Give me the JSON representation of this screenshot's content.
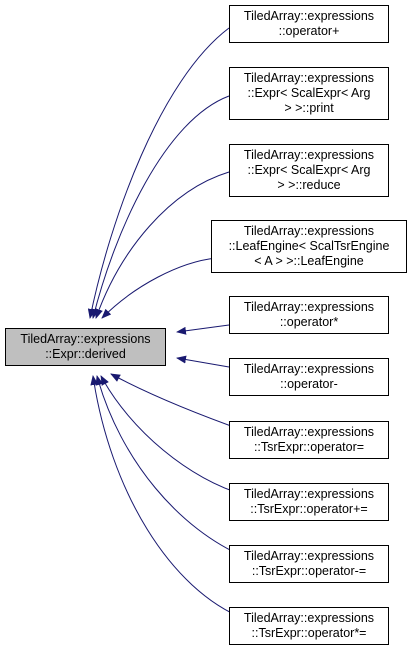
{
  "source": {
    "lines": [
      "TiledArray::expressions",
      "::Expr::derived"
    ]
  },
  "targets": [
    {
      "lines": [
        "TiledArray::expressions",
        "::operator+"
      ]
    },
    {
      "lines": [
        "TiledArray::expressions",
        "::Expr< ScalExpr< Arg",
        "> >::print"
      ]
    },
    {
      "lines": [
        "TiledArray::expressions",
        "::Expr< ScalExpr< Arg",
        "> >::reduce"
      ]
    },
    {
      "lines": [
        "TiledArray::expressions",
        "::LeafEngine< ScalTsrEngine",
        "< A > >::LeafEngine"
      ]
    },
    {
      "lines": [
        "TiledArray::expressions",
        "::operator*"
      ]
    },
    {
      "lines": [
        "TiledArray::expressions",
        "::operator-"
      ]
    },
    {
      "lines": [
        "TiledArray::expressions",
        "::TsrExpr::operator="
      ]
    },
    {
      "lines": [
        "TiledArray::expressions",
        "::TsrExpr::operator+="
      ]
    },
    {
      "lines": [
        "TiledArray::expressions",
        "::TsrExpr::operator-="
      ]
    },
    {
      "lines": [
        "TiledArray::expressions",
        "::TsrExpr::operator*="
      ]
    }
  ],
  "colors": {
    "edge": "#191970",
    "source_fill": "#bfbfbf",
    "node_fill": "#ffffff",
    "border": "#000000"
  }
}
